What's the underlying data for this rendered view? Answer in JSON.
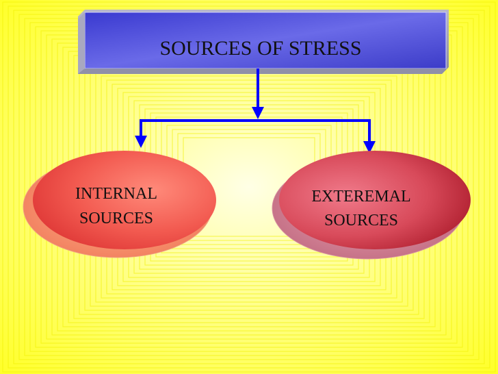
{
  "diagram": {
    "title": "SOURCES OF STRESS",
    "left_node": {
      "line1": "INTERNAL",
      "line2": "SOURCES"
    },
    "right_node": {
      "line1": "EXTEREMAL",
      "line2": "SOURCES"
    }
  },
  "colors": {
    "background": "#ffff33",
    "background_light": "#ffffcc",
    "title_box": "#4a4ad6",
    "title_text": "#1a1a8c",
    "connector": "#0000ff",
    "left_oval": "#f05050",
    "right_oval": "#c0303a"
  }
}
